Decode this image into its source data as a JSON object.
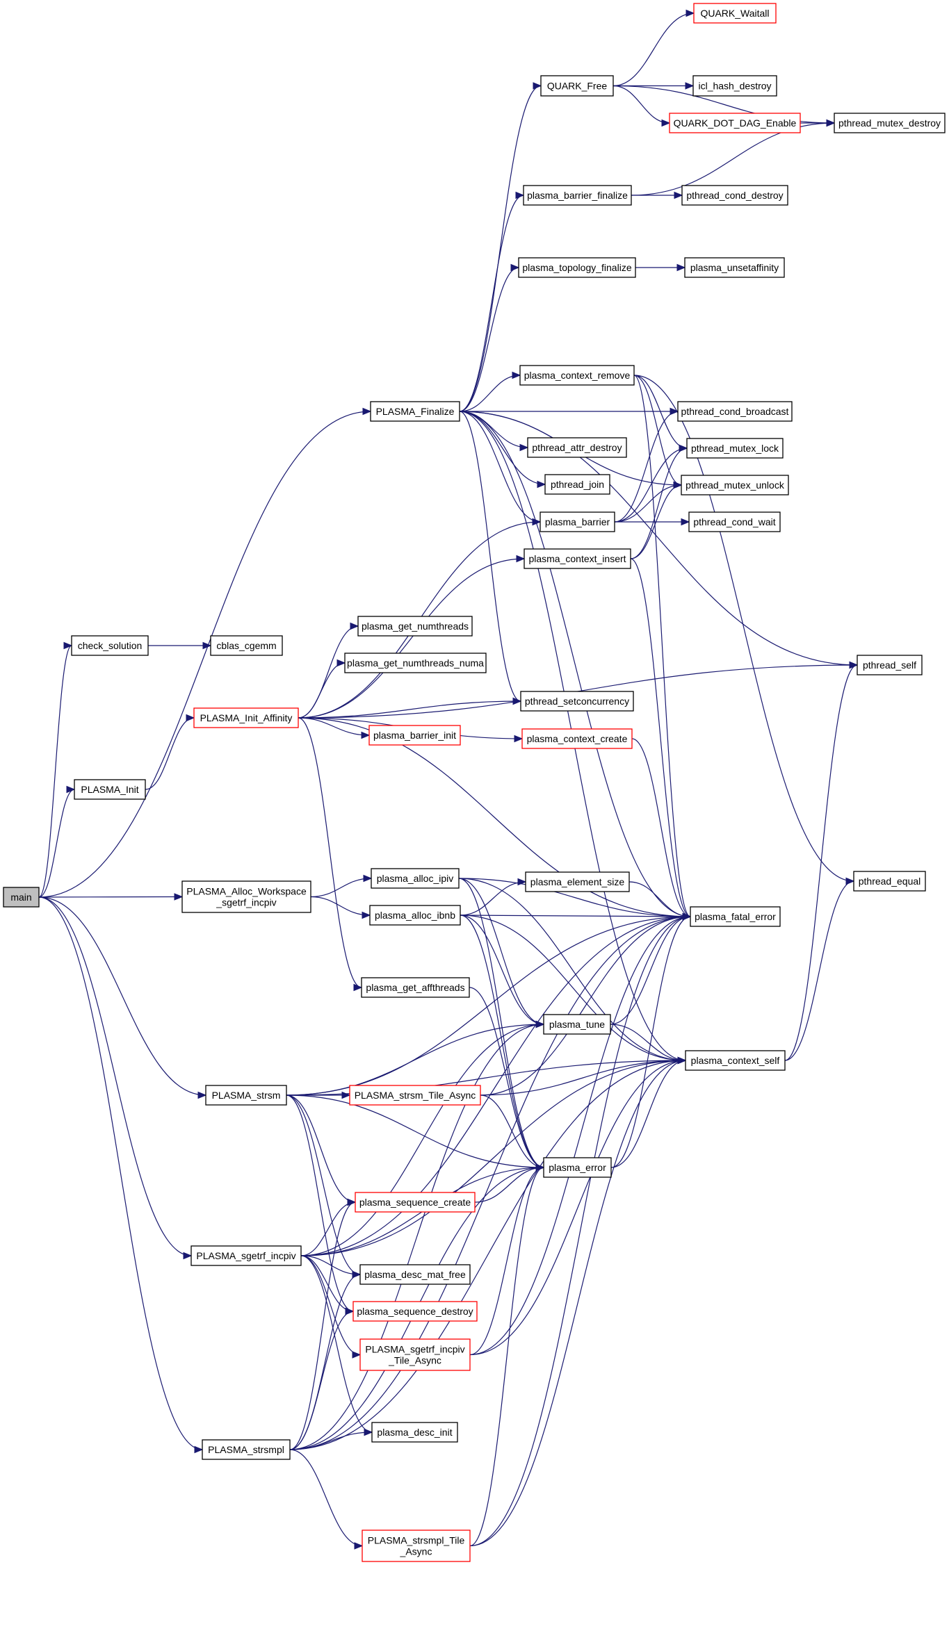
{
  "diagram": {
    "type": "call-graph",
    "colors": {
      "edge": "#191970",
      "node_border": "#000000",
      "node_border_external": "#ff0000",
      "root_fill": "#bfbfbf"
    },
    "nodes": [
      {
        "id": "main",
        "label": [
          "main"
        ],
        "style": "root"
      },
      {
        "id": "check_solution",
        "label": [
          "check_solution"
        ],
        "style": "normal"
      },
      {
        "id": "cblas_cgemm",
        "label": [
          "cblas_cgemm"
        ],
        "style": "normal"
      },
      {
        "id": "PLASMA_Init",
        "label": [
          "PLASMA_Init"
        ],
        "style": "normal"
      },
      {
        "id": "PLASMA_Init_Affinity",
        "label": [
          "PLASMA_Init_Affinity"
        ],
        "style": "red"
      },
      {
        "id": "PLASMA_Alloc_Workspace_sgetrf_incpiv",
        "label": [
          "PLASMA_Alloc_Workspace",
          "_sgetrf_incpiv"
        ],
        "style": "normal"
      },
      {
        "id": "PLASMA_strsm",
        "label": [
          "PLASMA_strsm"
        ],
        "style": "normal"
      },
      {
        "id": "PLASMA_sgetrf_incpiv",
        "label": [
          "PLASMA_sgetrf_incpiv"
        ],
        "style": "normal"
      },
      {
        "id": "PLASMA_strsmpl",
        "label": [
          "PLASMA_strsmpl"
        ],
        "style": "normal"
      },
      {
        "id": "PLASMA_Finalize",
        "label": [
          "PLASMA_Finalize"
        ],
        "style": "normal"
      },
      {
        "id": "QUARK_Free",
        "label": [
          "QUARK_Free"
        ],
        "style": "normal"
      },
      {
        "id": "QUARK_Waitall",
        "label": [
          "QUARK_Waitall"
        ],
        "style": "red"
      },
      {
        "id": "icl_hash_destroy",
        "label": [
          "icl_hash_destroy"
        ],
        "style": "normal"
      },
      {
        "id": "QUARK_DOT_DAG_Enable",
        "label": [
          "QUARK_DOT_DAG_Enable"
        ],
        "style": "red"
      },
      {
        "id": "pthread_mutex_destroy",
        "label": [
          "pthread_mutex_destroy"
        ],
        "style": "normal"
      },
      {
        "id": "plasma_barrier_finalize",
        "label": [
          "plasma_barrier_finalize"
        ],
        "style": "normal"
      },
      {
        "id": "pthread_cond_destroy",
        "label": [
          "pthread_cond_destroy"
        ],
        "style": "normal"
      },
      {
        "id": "plasma_topology_finalize",
        "label": [
          "plasma_topology_finalize"
        ],
        "style": "normal"
      },
      {
        "id": "plasma_unsetaffinity",
        "label": [
          "plasma_unsetaffinity"
        ],
        "style": "normal"
      },
      {
        "id": "plasma_context_remove",
        "label": [
          "plasma_context_remove"
        ],
        "style": "normal"
      },
      {
        "id": "pthread_cond_broadcast",
        "label": [
          "pthread_cond_broadcast"
        ],
        "style": "normal"
      },
      {
        "id": "pthread_attr_destroy",
        "label": [
          "pthread_attr_destroy"
        ],
        "style": "normal"
      },
      {
        "id": "pthread_mutex_lock",
        "label": [
          "pthread_mutex_lock"
        ],
        "style": "normal"
      },
      {
        "id": "pthread_join",
        "label": [
          "pthread_join"
        ],
        "style": "normal"
      },
      {
        "id": "pthread_mutex_unlock",
        "label": [
          "pthread_mutex_unlock"
        ],
        "style": "normal"
      },
      {
        "id": "plasma_barrier",
        "label": [
          "plasma_barrier"
        ],
        "style": "normal"
      },
      {
        "id": "pthread_cond_wait",
        "label": [
          "pthread_cond_wait"
        ],
        "style": "normal"
      },
      {
        "id": "plasma_context_insert",
        "label": [
          "plasma_context_insert"
        ],
        "style": "normal"
      },
      {
        "id": "plasma_get_numthreads",
        "label": [
          "plasma_get_numthreads"
        ],
        "style": "normal"
      },
      {
        "id": "plasma_get_numthreads_numa",
        "label": [
          "plasma_get_numthreads_numa"
        ],
        "style": "normal"
      },
      {
        "id": "pthread_self",
        "label": [
          "pthread_self"
        ],
        "style": "normal"
      },
      {
        "id": "pthread_setconcurrency",
        "label": [
          "pthread_setconcurrency"
        ],
        "style": "normal"
      },
      {
        "id": "plasma_barrier_init",
        "label": [
          "plasma_barrier_init"
        ],
        "style": "red"
      },
      {
        "id": "plasma_context_create",
        "label": [
          "plasma_context_create"
        ],
        "style": "red"
      },
      {
        "id": "plasma_alloc_ipiv",
        "label": [
          "plasma_alloc_ipiv"
        ],
        "style": "normal"
      },
      {
        "id": "plasma_element_size",
        "label": [
          "plasma_element_size"
        ],
        "style": "normal"
      },
      {
        "id": "pthread_equal",
        "label": [
          "pthread_equal"
        ],
        "style": "normal"
      },
      {
        "id": "plasma_alloc_ibnb",
        "label": [
          "plasma_alloc_ibnb"
        ],
        "style": "normal"
      },
      {
        "id": "plasma_fatal_error",
        "label": [
          "plasma_fatal_error"
        ],
        "style": "normal"
      },
      {
        "id": "plasma_get_affthreads",
        "label": [
          "plasma_get_affthreads"
        ],
        "style": "normal"
      },
      {
        "id": "plasma_tune",
        "label": [
          "plasma_tune"
        ],
        "style": "normal"
      },
      {
        "id": "plasma_context_self",
        "label": [
          "plasma_context_self"
        ],
        "style": "normal"
      },
      {
        "id": "PLASMA_strsm_Tile_Async",
        "label": [
          "PLASMA_strsm_Tile_Async"
        ],
        "style": "red"
      },
      {
        "id": "plasma_error",
        "label": [
          "plasma_error"
        ],
        "style": "normal"
      },
      {
        "id": "plasma_sequence_create",
        "label": [
          "plasma_sequence_create"
        ],
        "style": "red"
      },
      {
        "id": "plasma_desc_mat_free",
        "label": [
          "plasma_desc_mat_free"
        ],
        "style": "normal"
      },
      {
        "id": "plasma_sequence_destroy",
        "label": [
          "plasma_sequence_destroy"
        ],
        "style": "red"
      },
      {
        "id": "PLASMA_sgetrf_incpiv_Tile_Async",
        "label": [
          "PLASMA_sgetrf_incpiv",
          "_Tile_Async"
        ],
        "style": "red"
      },
      {
        "id": "plasma_desc_init",
        "label": [
          "plasma_desc_init"
        ],
        "style": "normal"
      },
      {
        "id": "PLASMA_strsmpl_Tile_Async",
        "label": [
          "PLASMA_strsmpl_Tile",
          "_Async"
        ],
        "style": "red"
      }
    ],
    "edges": [
      [
        "main",
        "check_solution"
      ],
      [
        "main",
        "PLASMA_Init"
      ],
      [
        "main",
        "PLASMA_Alloc_Workspace_sgetrf_incpiv"
      ],
      [
        "main",
        "PLASMA_strsm"
      ],
      [
        "main",
        "PLASMA_sgetrf_incpiv"
      ],
      [
        "main",
        "PLASMA_strsmpl"
      ],
      [
        "main",
        "PLASMA_Finalize"
      ],
      [
        "check_solution",
        "cblas_cgemm"
      ],
      [
        "PLASMA_Init",
        "PLASMA_Init_Affinity"
      ],
      [
        "PLASMA_Init_Affinity",
        "plasma_get_numthreads"
      ],
      [
        "PLASMA_Init_Affinity",
        "plasma_get_numthreads_numa"
      ],
      [
        "PLASMA_Init_Affinity",
        "pthread_setconcurrency"
      ],
      [
        "PLASMA_Init_Affinity",
        "plasma_barrier_init"
      ],
      [
        "PLASMA_Init_Affinity",
        "plasma_context_create"
      ],
      [
        "PLASMA_Init_Affinity",
        "plasma_fatal_error"
      ],
      [
        "PLASMA_Init_Affinity",
        "plasma_get_affthreads"
      ],
      [
        "PLASMA_Init_Affinity",
        "pthread_self"
      ],
      [
        "PLASMA_Init_Affinity",
        "plasma_barrier"
      ],
      [
        "PLASMA_Init_Affinity",
        "plasma_context_insert"
      ],
      [
        "PLASMA_Finalize",
        "QUARK_Free"
      ],
      [
        "PLASMA_Finalize",
        "plasma_barrier_finalize"
      ],
      [
        "PLASMA_Finalize",
        "plasma_topology_finalize"
      ],
      [
        "PLASMA_Finalize",
        "plasma_context_remove"
      ],
      [
        "PLASMA_Finalize",
        "pthread_attr_destroy"
      ],
      [
        "PLASMA_Finalize",
        "pthread_join"
      ],
      [
        "PLASMA_Finalize",
        "plasma_barrier"
      ],
      [
        "PLASMA_Finalize",
        "pthread_setconcurrency"
      ],
      [
        "PLASMA_Finalize",
        "plasma_fatal_error"
      ],
      [
        "PLASMA_Finalize",
        "plasma_context_self"
      ],
      [
        "PLASMA_Finalize",
        "pthread_self"
      ],
      [
        "PLASMA_Finalize",
        "pthread_cond_broadcast"
      ],
      [
        "PLASMA_Finalize",
        "pthread_mutex_unlock"
      ],
      [
        "QUARK_Free",
        "QUARK_Waitall"
      ],
      [
        "QUARK_Free",
        "icl_hash_destroy"
      ],
      [
        "QUARK_Free",
        "QUARK_DOT_DAG_Enable"
      ],
      [
        "QUARK_Free",
        "pthread_mutex_destroy"
      ],
      [
        "QUARK_DOT_DAG_Enable",
        "pthread_mutex_destroy"
      ],
      [
        "plasma_barrier_finalize",
        "pthread_cond_destroy"
      ],
      [
        "plasma_barrier_finalize",
        "pthread_mutex_destroy"
      ],
      [
        "plasma_topology_finalize",
        "plasma_unsetaffinity"
      ],
      [
        "plasma_context_remove",
        "pthread_mutex_lock"
      ],
      [
        "plasma_context_remove",
        "pthread_mutex_unlock"
      ],
      [
        "plasma_context_remove",
        "pthread_equal"
      ],
      [
        "plasma_context_remove",
        "plasma_fatal_error"
      ],
      [
        "plasma_barrier",
        "pthread_cond_broadcast"
      ],
      [
        "plasma_barrier",
        "pthread_mutex_lock"
      ],
      [
        "plasma_barrier",
        "pthread_mutex_unlock"
      ],
      [
        "plasma_barrier",
        "pthread_cond_wait"
      ],
      [
        "plasma_context_insert",
        "pthread_mutex_lock"
      ],
      [
        "plasma_context_insert",
        "pthread_mutex_unlock"
      ],
      [
        "plasma_context_insert",
        "plasma_fatal_error"
      ],
      [
        "plasma_context_create",
        "plasma_fatal_error"
      ],
      [
        "PLASMA_Alloc_Workspace_sgetrf_incpiv",
        "plasma_alloc_ipiv"
      ],
      [
        "PLASMA_Alloc_Workspace_sgetrf_incpiv",
        "plasma_alloc_ibnb"
      ],
      [
        "plasma_alloc_ipiv",
        "plasma_fatal_error"
      ],
      [
        "plasma_alloc_ipiv",
        "plasma_context_self"
      ],
      [
        "plasma_alloc_ipiv",
        "plasma_tune"
      ],
      [
        "plasma_alloc_ipiv",
        "plasma_error"
      ],
      [
        "plasma_alloc_ibnb",
        "plasma_element_size"
      ],
      [
        "plasma_alloc_ibnb",
        "plasma_fatal_error"
      ],
      [
        "plasma_alloc_ibnb",
        "plasma_context_self"
      ],
      [
        "plasma_alloc_ibnb",
        "plasma_tune"
      ],
      [
        "plasma_alloc_ibnb",
        "plasma_error"
      ],
      [
        "plasma_element_size",
        "plasma_fatal_error"
      ],
      [
        "plasma_get_affthreads",
        "plasma_error"
      ],
      [
        "plasma_tune",
        "plasma_fatal_error"
      ],
      [
        "plasma_tune",
        "plasma_context_self"
      ],
      [
        "plasma_context_self",
        "pthread_self"
      ],
      [
        "plasma_context_self",
        "pthread_equal"
      ],
      [
        "plasma_error",
        "plasma_fatal_error"
      ],
      [
        "plasma_error",
        "plasma_context_self"
      ],
      [
        "PLASMA_strsm",
        "plasma_fatal_error"
      ],
      [
        "PLASMA_strsm",
        "plasma_tune"
      ],
      [
        "PLASMA_strsm",
        "plasma_context_self"
      ],
      [
        "PLASMA_strsm",
        "PLASMA_strsm_Tile_Async"
      ],
      [
        "PLASMA_strsm",
        "plasma_error"
      ],
      [
        "PLASMA_strsm",
        "plasma_sequence_create"
      ],
      [
        "PLASMA_strsm",
        "plasma_desc_mat_free"
      ],
      [
        "PLASMA_strsm",
        "plasma_sequence_destroy"
      ],
      [
        "PLASMA_strsm_Tile_Async",
        "plasma_fatal_error"
      ],
      [
        "PLASMA_strsm_Tile_Async",
        "plasma_context_self"
      ],
      [
        "PLASMA_strsm_Tile_Async",
        "plasma_error"
      ],
      [
        "plasma_sequence_create",
        "plasma_error"
      ],
      [
        "PLASMA_sgetrf_incpiv",
        "plasma_tune"
      ],
      [
        "PLASMA_sgetrf_incpiv",
        "plasma_context_self"
      ],
      [
        "PLASMA_sgetrf_incpiv",
        "plasma_error"
      ],
      [
        "PLASMA_sgetrf_incpiv",
        "plasma_sequence_create"
      ],
      [
        "PLASMA_sgetrf_incpiv",
        "plasma_desc_mat_free"
      ],
      [
        "PLASMA_sgetrf_incpiv",
        "plasma_sequence_destroy"
      ],
      [
        "PLASMA_sgetrf_incpiv",
        "PLASMA_sgetrf_incpiv_Tile_Async"
      ],
      [
        "PLASMA_sgetrf_incpiv",
        "plasma_fatal_error"
      ],
      [
        "PLASMA_sgetrf_incpiv",
        "plasma_desc_init"
      ],
      [
        "PLASMA_sgetrf_incpiv_Tile_Async",
        "plasma_fatal_error"
      ],
      [
        "PLASMA_sgetrf_incpiv_Tile_Async",
        "plasma_context_self"
      ],
      [
        "PLASMA_sgetrf_incpiv_Tile_Async",
        "plasma_error"
      ],
      [
        "PLASMA_strsmpl",
        "plasma_sequence_create"
      ],
      [
        "PLASMA_strsmpl",
        "plasma_desc_mat_free"
      ],
      [
        "PLASMA_strsmpl",
        "plasma_sequence_destroy"
      ],
      [
        "PLASMA_strsmpl",
        "plasma_desc_init"
      ],
      [
        "PLASMA_strsmpl",
        "plasma_error"
      ],
      [
        "PLASMA_strsmpl",
        "plasma_tune"
      ],
      [
        "PLASMA_strsmpl",
        "plasma_context_self"
      ],
      [
        "PLASMA_strsmpl",
        "PLASMA_strsmpl_Tile_Async"
      ],
      [
        "PLASMA_strsmpl",
        "plasma_fatal_error"
      ],
      [
        "PLASMA_strsmpl_Tile_Async",
        "plasma_fatal_error"
      ],
      [
        "PLASMA_strsmpl_Tile_Async",
        "plasma_context_self"
      ],
      [
        "PLASMA_strsmpl_Tile_Async",
        "plasma_error"
      ]
    ]
  }
}
